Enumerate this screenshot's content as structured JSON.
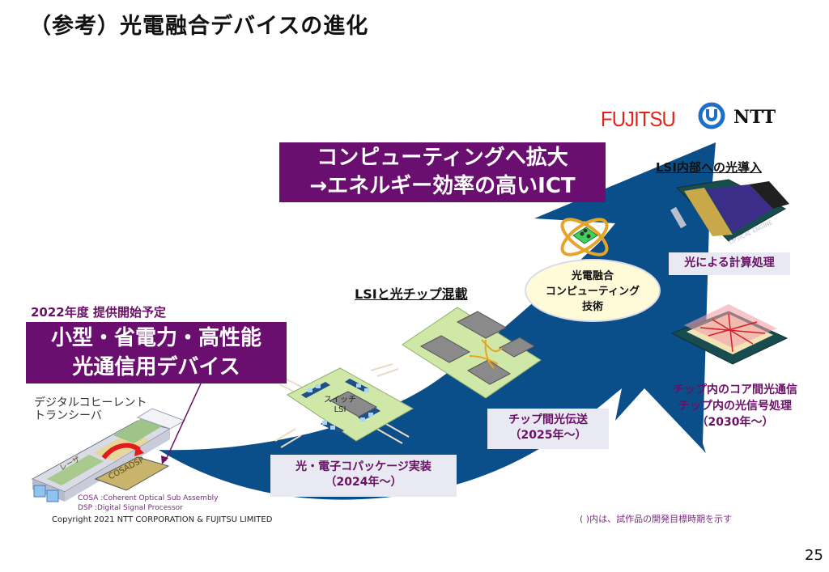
{
  "page": {
    "title": "（参考）光電融合デバイスの進化",
    "page_number": "25",
    "copyright": "Copyright 2021 NTT CORPORATION & FUJITSU LIMITED",
    "note": "(   )内は、試作品の開発目標時期を示す"
  },
  "logos": {
    "fujitsu": "FUJITSU",
    "ntt": "NTT",
    "fujitsu_color": "#e2231a",
    "ntt_color": "#1f6fc4"
  },
  "banners": {
    "top_line1": "コンピューティングへ拡大",
    "top_line2": "→エネルギー効率の高いICT",
    "left_line1": "小型・省電力・高性能",
    "left_line2": "光通信用デバイス",
    "color": "#6a0f6f"
  },
  "labels": {
    "year_label": "2022年度 提供開始予定",
    "transceiver_line1": "デジタルコヒーレント",
    "transceiver_line2": "トランシーバ",
    "cosa_dsp_chip": "COSADSP",
    "laser_chip": "レーザ",
    "abbr_cosa": "COSA :Coherent Optical Sub Assembly",
    "abbr_dsp": "DSP :Digital Signal Processor",
    "switch_lsi_line1": "スイッチ",
    "switch_lsi_line2": "LSI",
    "lsi_mix": "LSIと光チップ混載",
    "lsi_intro": "LSI内部への光導入",
    "optical_engine_tag": "OPTICAL ENGINE"
  },
  "stages": [
    {
      "name": "co-packaging",
      "line1": "光・電子コパッケージ実装",
      "line2": "（2024年～）"
    },
    {
      "name": "inter-chip",
      "line1": "チップ間光伝送",
      "line2": "（2025年～）"
    },
    {
      "name": "intra-chip",
      "line1": "チップ内のコア間光通信",
      "line2": "チップ内の光信号処理",
      "line3": "（2030年～）"
    },
    {
      "name": "optical-compute",
      "line1": "光による計算処理"
    }
  ],
  "ellipse": {
    "line1": "光電融合",
    "line2": "コンピューティング",
    "line3": "技術"
  },
  "colors": {
    "arrow_blue": "#0b4f8a",
    "caption_text": "#6a1066",
    "caption_bg": "#e8e9f2",
    "ellipse_bg": "#fffbd9"
  }
}
